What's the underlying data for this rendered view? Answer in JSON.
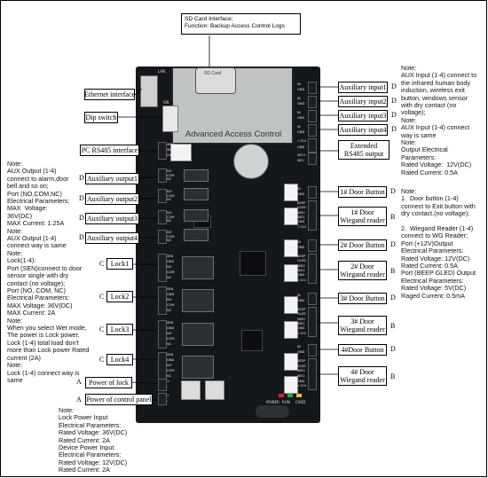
{
  "sd_callout": {
    "line1": "SD Card Interface;",
    "line2": "Function: Backup Access Control Logs"
  },
  "board": {
    "panel_text": "Advanced Access Control",
    "sd_card_text": "SD Card",
    "lan_text": "LAN",
    "sw_text": "SW",
    "bottom_leds": [
      "POWER",
      "RUN",
      "CARD"
    ],
    "rs485_pins": [
      "485+",
      "485-",
      "GND"
    ],
    "ext485_pins": [
      "485+",
      "485-"
    ]
  },
  "left_labels": {
    "ethernet": "Ethernet interface",
    "dip": "Dip switch",
    "pc485": "PC RS485 interface",
    "aux_out_1": "Auxiliary output1",
    "aux_out_2": "Auxiliary output2",
    "aux_out_3": "Auxiliary output3",
    "aux_out_4": "Auxiliary output4",
    "lock1": "Lock1",
    "lock2": "Lock2",
    "lock3": "Lock3",
    "lock4": "Lock4",
    "power_lock": "Power of lock",
    "power_panel": "Power of control panel"
  },
  "right_labels": {
    "aux_in_1": "Auxiliary input1",
    "aux_in_2": "Auxiliary input2",
    "aux_in_3": "Auxiliary input3",
    "aux_in_4": "Auxiliary input4",
    "ext485": "Extended\nRS485 output",
    "door_btn_1": "1# Door Button",
    "wiegand_1": "1# Door\nWiegand reader",
    "door_btn_2": "2# Door Button",
    "wiegand_2": "2# Door\nWiegand reader",
    "door_btn_3": "3# Door Button",
    "wiegand_3": "3# Door\nWiegand reader",
    "door_btn_4": "4#Door Button",
    "wiegand_4": "4# Door\nWiegand reader"
  },
  "letters": {
    "A": "A",
    "B": "B",
    "C": "C",
    "D": "D"
  },
  "notes": {
    "right_top": "Note:\nAUX Input (1-4) connect to\nthe infrared human body\ninduction, wireless exit\nbutton, windows sensor\nwith dry contact (no\nvoltage);\nNote:\nAUX Input (1-4) connect\nway is same",
    "right_output": "Note:\nOutput Electrical\nParameters:\nRated Voltage:  12V(DC)\nRated Current: 0.5A",
    "right_door": "Note:\n1.  Door button (1-4)\nconnect to Exit button with\ndry contact.(no voltage);\n\n2.  Wiegand Reader (1-4)\nconnect to WG Reader;\nPort (+12V)Output\nElectrical Parameters:\nRated Voltage: 12V(DC)\nRated Current: 0.5A\nPort (BEEP GLED) Output\nElectrical Parameters:\nRated Voltage: 5V(DC)\nRaged Current: 0.5mA",
    "left_aux": "Note:\nAUX Output (1-4)\nconnect to alarm,door\nbell and so on;\nPort (NO,COM,NC)\nElectrical Parameters:\nMAX  Voltage:\n36V(DC)\nMAX Current: 1.25A\nNote:\nAUX Output (1-4)\nconnect way is same",
    "left_lock": "Note:\nLock(1-4):\nPort (SEN)connect to door\nsensor single with dry\ncontact (no voltage);\nPort (NO, COM, NC)\nElectrical Parameters:\nMAX Voltage: 36V(DC)\nMAX Current: 2A\nNote:\nWhen you select Wet mode,\nThe power is Lock power,\nLock (1-4) total load don't\nmore than Lock power Rated\ncurrent (2A)\nNote:\nLock (1-4) connect way is\nsame",
    "bottom": "Note:\nLock Power Input\nElectrical Parameters:\nRated Voltage: 36V(DC)\nRated Current: 2A\nDevice Power Input\nElectrical Parameters:\nRated Voltage: 12V(DC)\nRated Current: 2A"
  },
  "colors": {
    "board": "#14181c",
    "text": "#111111",
    "led_red": "#d8262b",
    "led_green": "#2aa845",
    "led_yellow": "#e8c62a"
  }
}
